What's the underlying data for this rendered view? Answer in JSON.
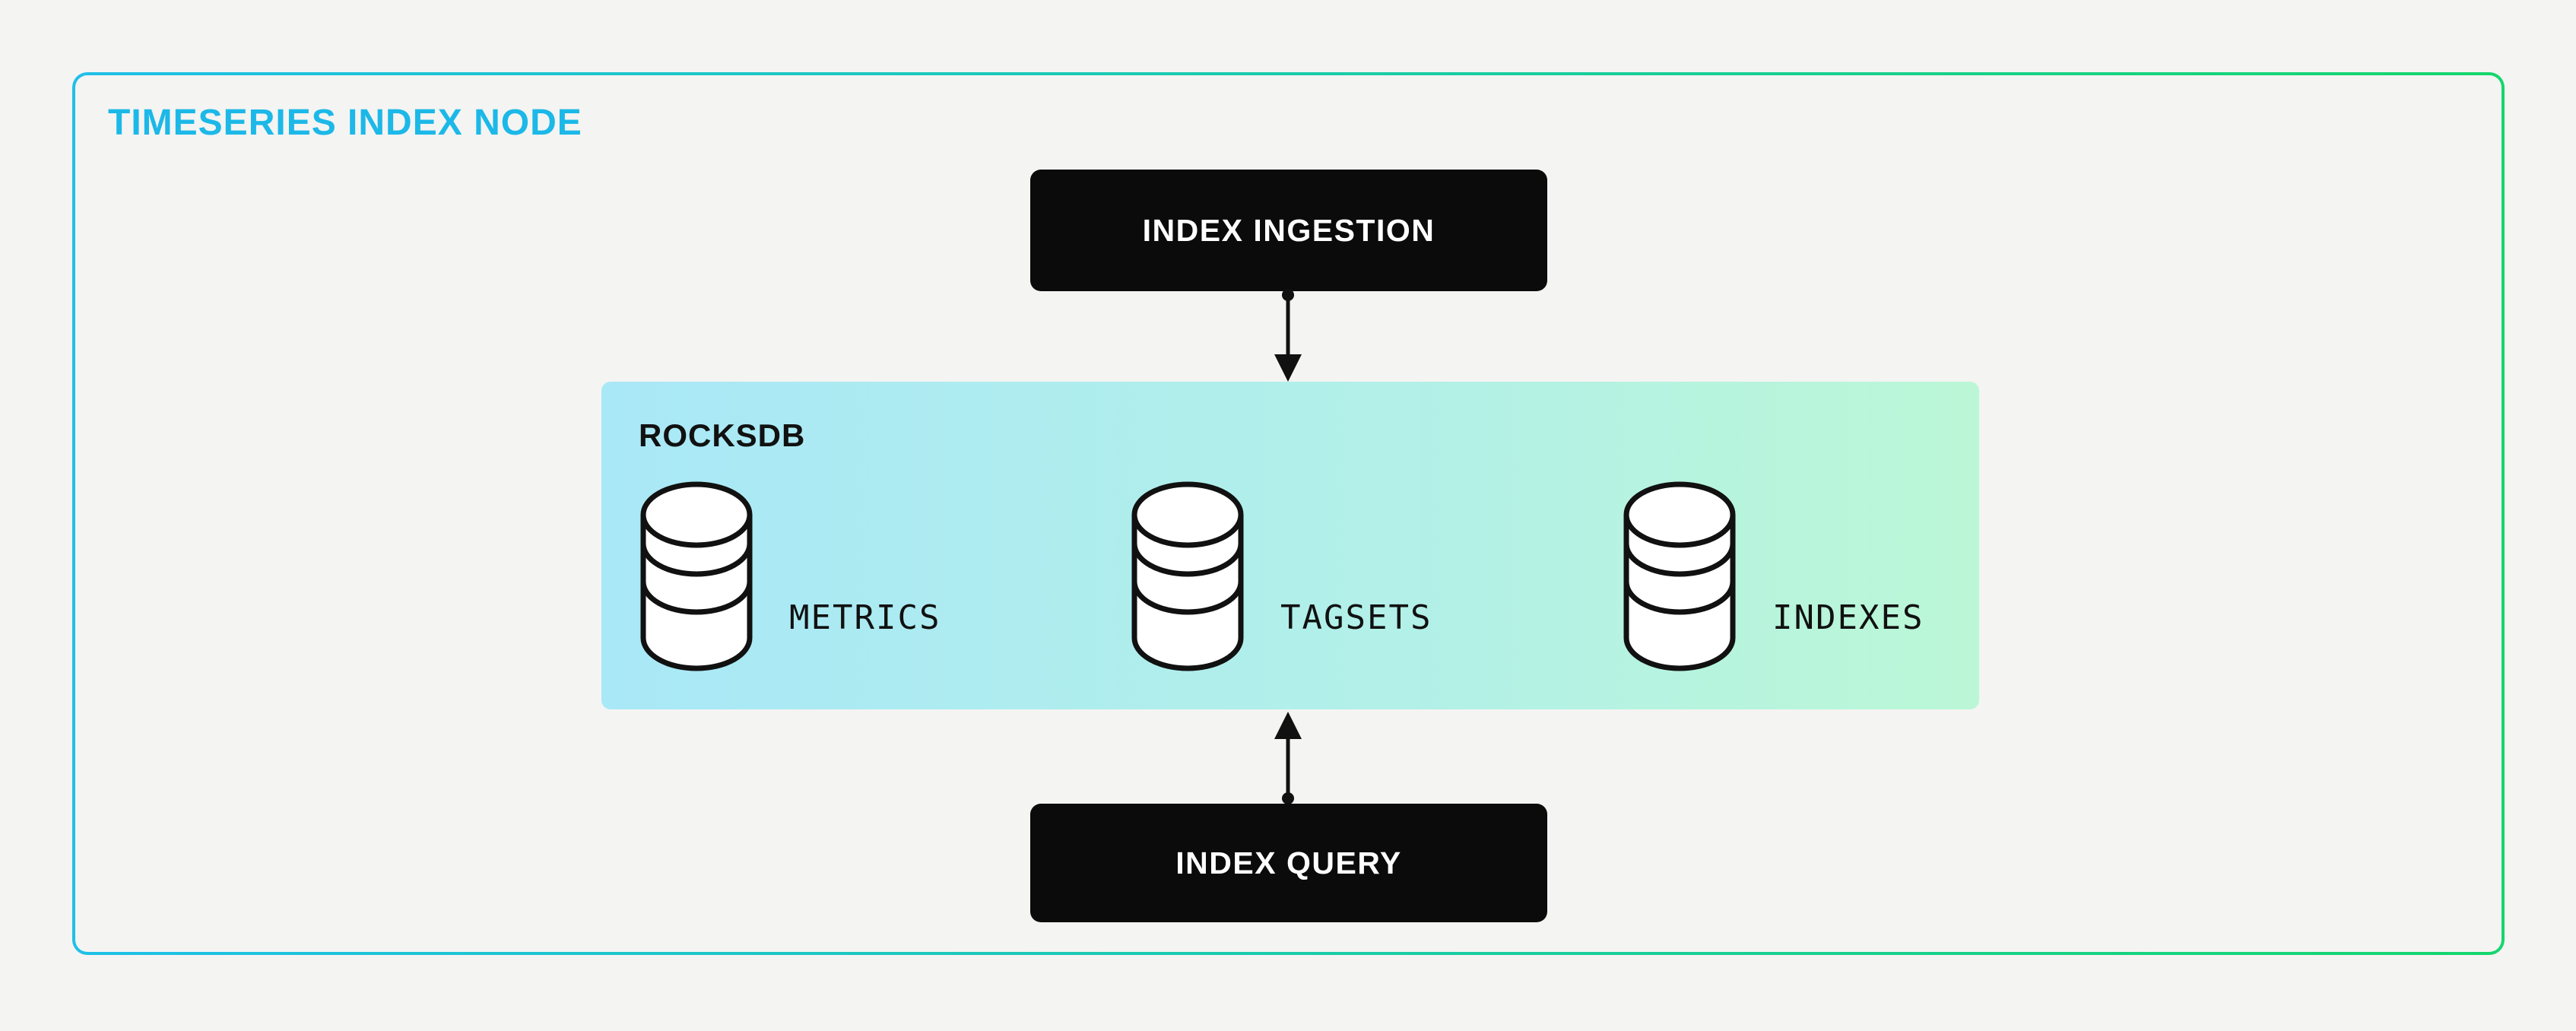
{
  "frame": {
    "title": "TIMESERIES INDEX NODE"
  },
  "nodes": {
    "ingestion": {
      "label": "INDEX INGESTION"
    },
    "query": {
      "label": "INDEX QUERY"
    }
  },
  "rocksdb": {
    "label": "ROCKSDB",
    "stores": [
      {
        "label": "METRICS",
        "icon": "database-cylinder-icon"
      },
      {
        "label": "TAGSETS",
        "icon": "database-cylinder-icon"
      },
      {
        "label": "INDEXES",
        "icon": "database-cylinder-icon"
      }
    ]
  },
  "colors": {
    "page-bg": "#f4f4f2",
    "title": "#1cb8e8",
    "frame-cyan": "#1fc0e8",
    "frame-green": "#15d66d",
    "panel-blue": "#a9e8f7",
    "panel-mid": "#b2f0e8",
    "panel-green": "#bbf7d6",
    "node-bg": "#0b0b0b",
    "node-text": "#ffffff",
    "ink": "#111111"
  }
}
